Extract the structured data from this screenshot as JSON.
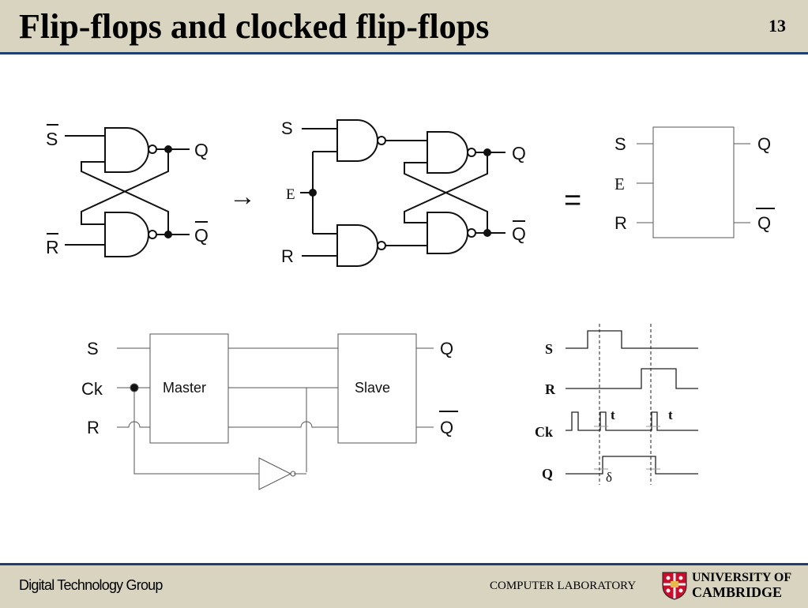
{
  "header": {
    "title": "Flip-flops and clocked flip-flops",
    "page_number": "13"
  },
  "footer": {
    "group": "Digital Technology Group",
    "lab": "COMPUTER LABORATORY",
    "university_line1": "UNIVERSITY OF",
    "university_line2": "CAMBRIDGE"
  },
  "sr_latch": {
    "s_bar": "S",
    "r_bar": "R",
    "q": "Q",
    "q_bar": "Q"
  },
  "arrow": "→",
  "gated_latch": {
    "s": "S",
    "e": "E",
    "r": "R",
    "q": "Q",
    "q_bar": "Q"
  },
  "equals": "=",
  "block": {
    "s": "S",
    "e": "E",
    "r": "R",
    "q": "Q",
    "q_bar": "Q"
  },
  "master_slave": {
    "s": "S",
    "ck": "Ck",
    "r": "R",
    "master": "Master",
    "slave": "Slave",
    "q": "Q",
    "q_bar": "Q"
  },
  "timing": {
    "s": "S",
    "r": "R",
    "ck": "Ck",
    "q": "Q",
    "t1": "t",
    "t2": "t",
    "delta": "δ"
  },
  "colors": {
    "header_bg": "#d8d4c0",
    "rule": "#1f3f73"
  }
}
